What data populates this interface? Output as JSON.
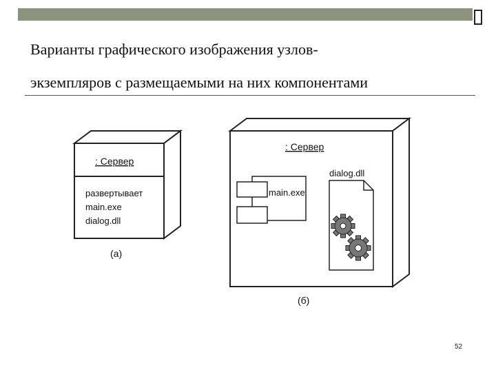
{
  "title": {
    "line1": "Варианты графического изображения узлов-",
    "line2": "экземпляров с размещаемыми на них компонентами"
  },
  "diagram_a": {
    "node_name": ": Сервер",
    "body_lines": [
      "развертывает",
      "main.exe",
      "dialog.dll"
    ],
    "caption": "(а)"
  },
  "diagram_b": {
    "node_name": ": Сервер",
    "component_label": "main.exe",
    "document_label": "dialog.dll",
    "caption": "(б)"
  },
  "slide_number": "52"
}
